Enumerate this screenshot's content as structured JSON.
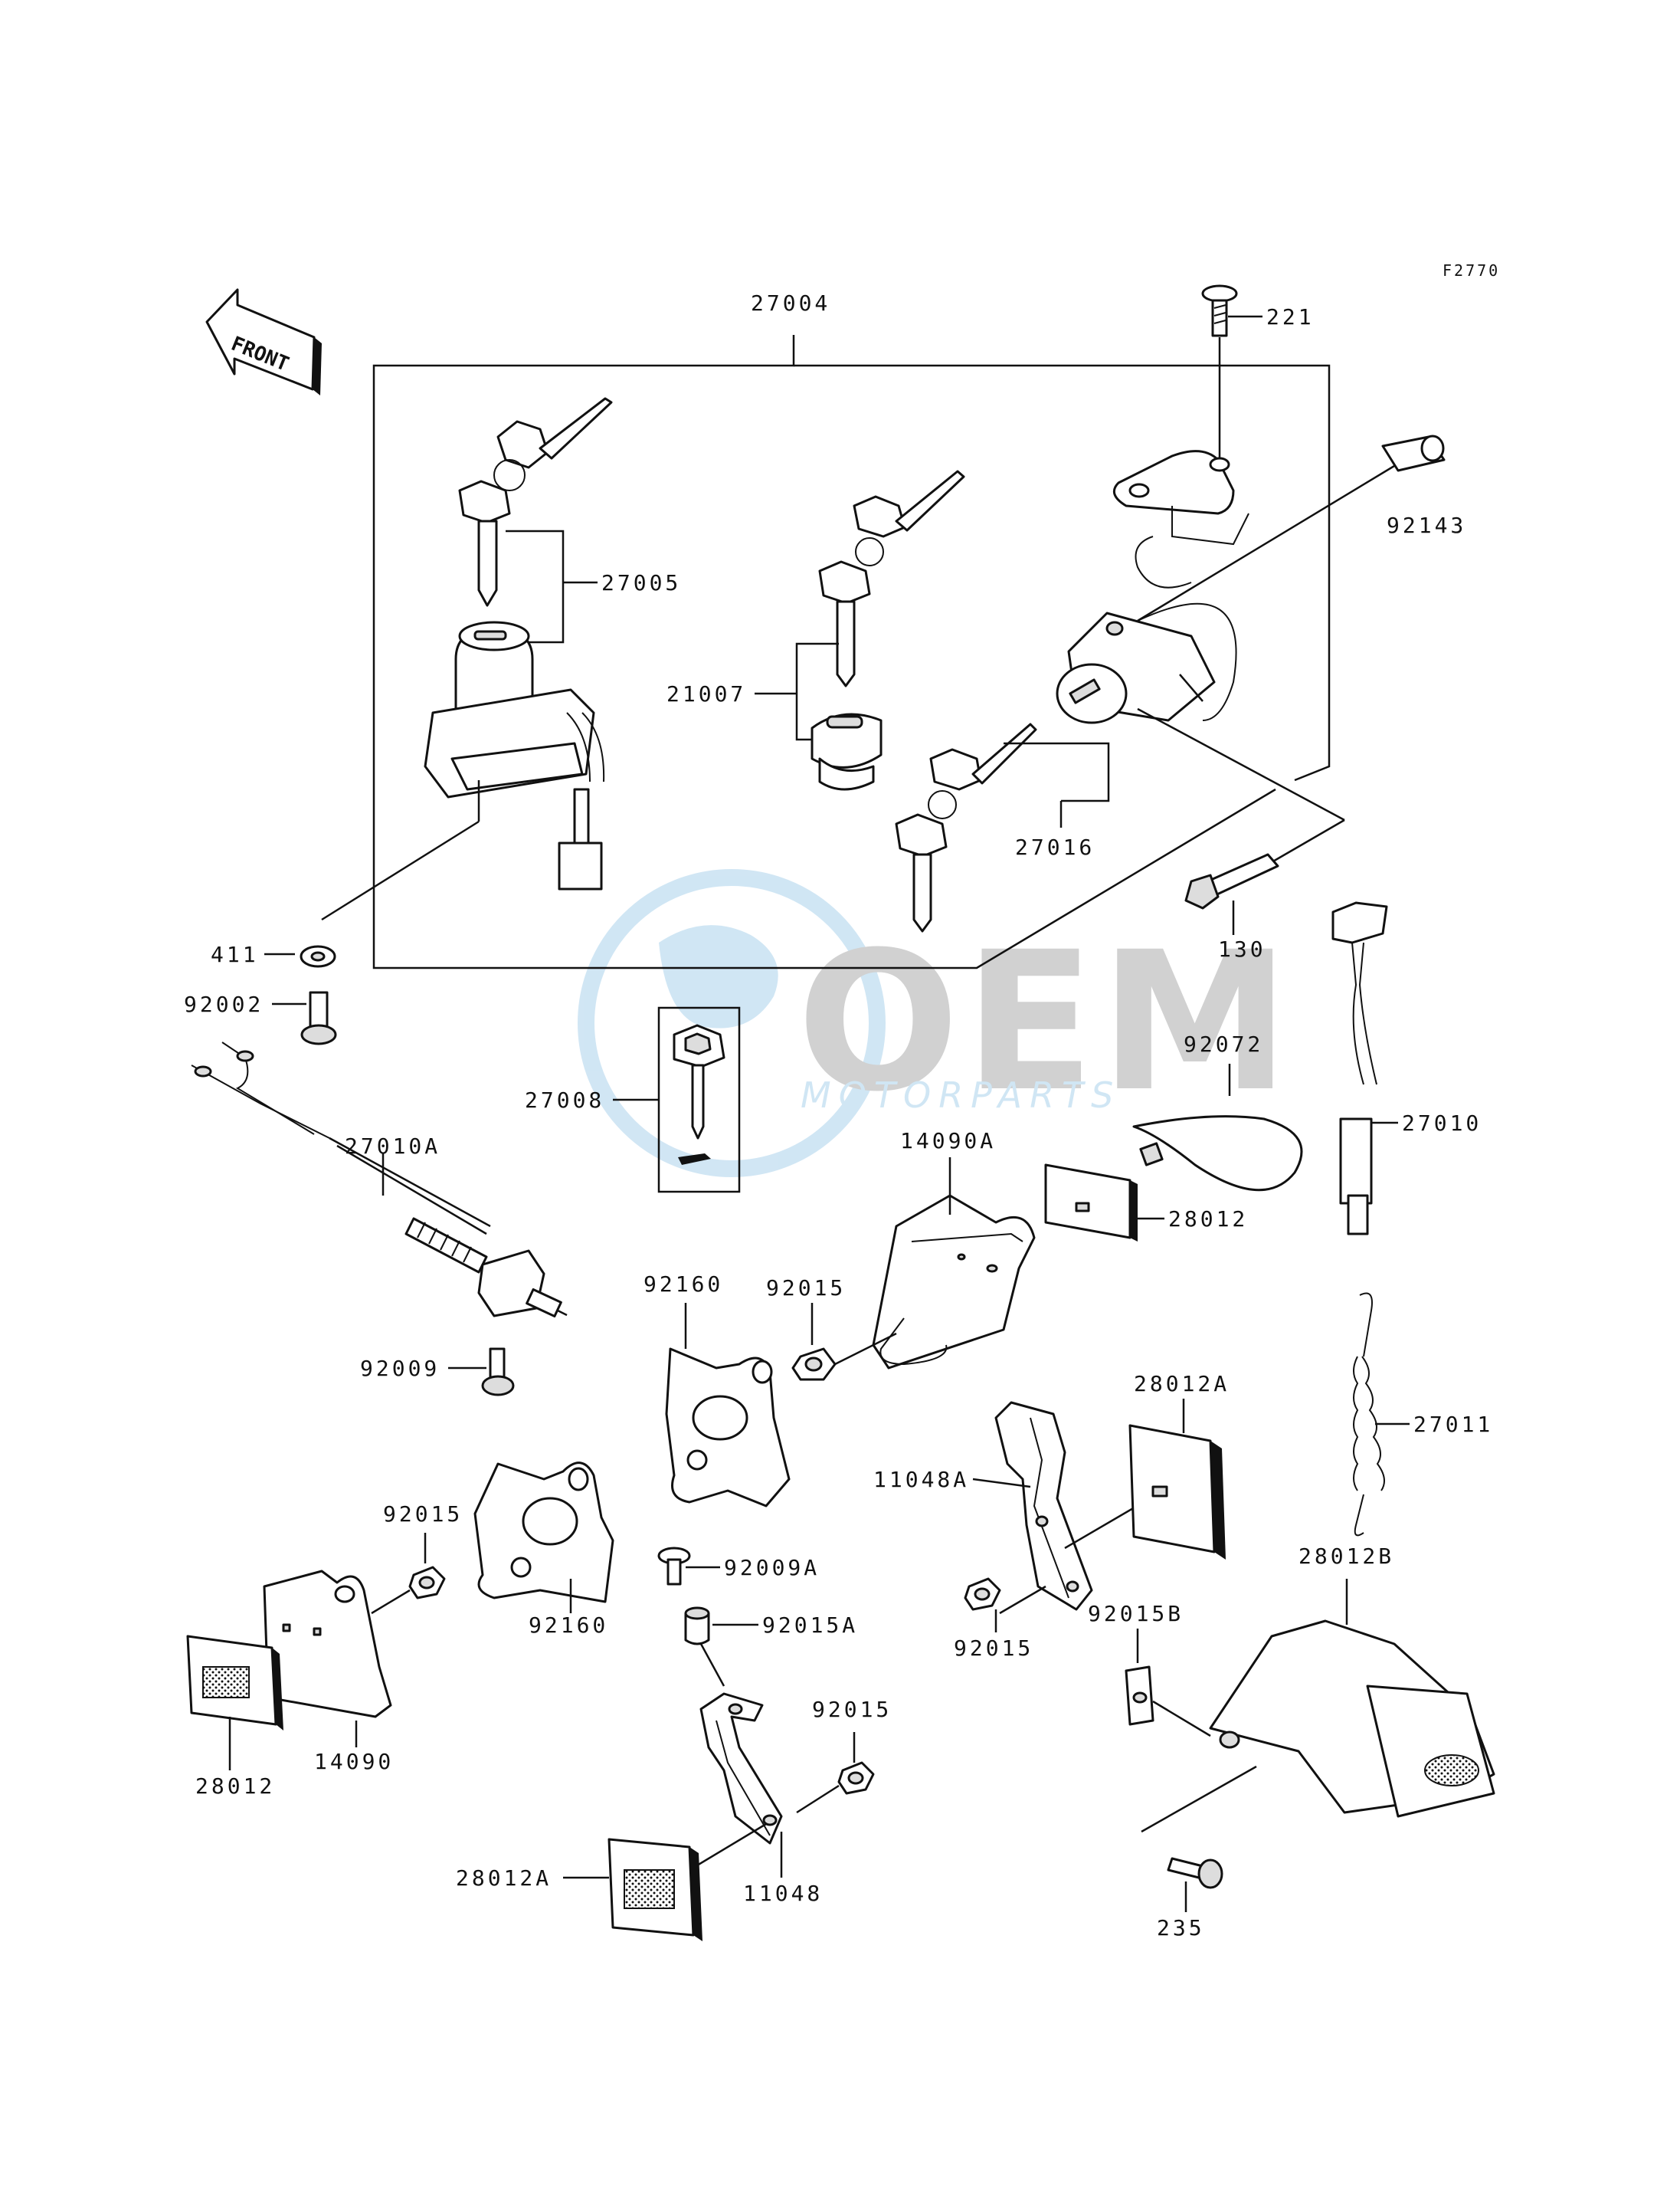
{
  "figure_code": "F2770",
  "front_label": "FRONT",
  "watermark": {
    "brand": "OEM",
    "tagline": "MOTORPARTS"
  },
  "labels": {
    "p27004": "27004",
    "p221": "221",
    "p92143": "92143",
    "p27005": "27005",
    "p21007": "21007",
    "p27016": "27016",
    "p130": "130",
    "p411": "411",
    "p92002": "92002",
    "p27008": "27008",
    "p27010A": "27010A",
    "p92072": "92072",
    "p27010": "27010",
    "p14090A": "14090A",
    "p28012_top": "28012",
    "p92160_top": "92160",
    "p92015_mid": "92015",
    "p92009": "92009",
    "p27011": "27011",
    "p28012A_right": "28012A",
    "p11048A": "11048A",
    "p92015_left": "92015",
    "p92009A": "92009A",
    "p92015A": "92015A",
    "p92015_right": "92015",
    "p92160_bottom": "92160",
    "p28012B": "28012B",
    "p92015B": "92015B",
    "p92015_low": "92015",
    "p28012_left": "28012",
    "p14090": "14090",
    "p28012A_bottom": "28012A",
    "p11048": "11048",
    "p235": "235"
  }
}
